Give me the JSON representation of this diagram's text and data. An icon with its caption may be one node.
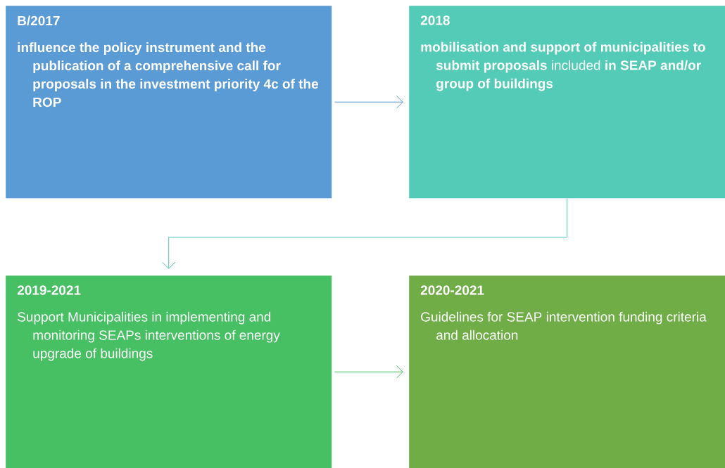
{
  "diagram": {
    "nodes": [
      {
        "text": [
          "B/2017",
          "influence the policy instrument and the publication of a comprehensive call for proposals in the investment priority 4c of the ROP"
        ]
      },
      {
        "text": [
          "2018",
          "**mobilisation and support of municipalities to submit proposals** included **in SEAP and/or group of buildings**"
        ]
      },
      {
        "text": [
          "2019-2021",
          "Support Municipalities in implementing and monitoring SEAPs interventions of energy upgrade of buildings"
        ]
      },
      {
        "text": [
          "2020-2021",
          "Guidelines for SEAP intervention funding criteria and allocation"
        ]
      }
    ],
    "edges": [
      {
        "from": 0,
        "to": 1,
        "arrow": "to",
        "color": "#5b9bd5"
      },
      {
        "from": 1,
        "to": 2,
        "arrow": "to",
        "color": "#4fc9b4"
      },
      {
        "from": 2,
        "to": 3,
        "arrow": "to",
        "color": "#47bf63"
      }
    ]
  }
}
